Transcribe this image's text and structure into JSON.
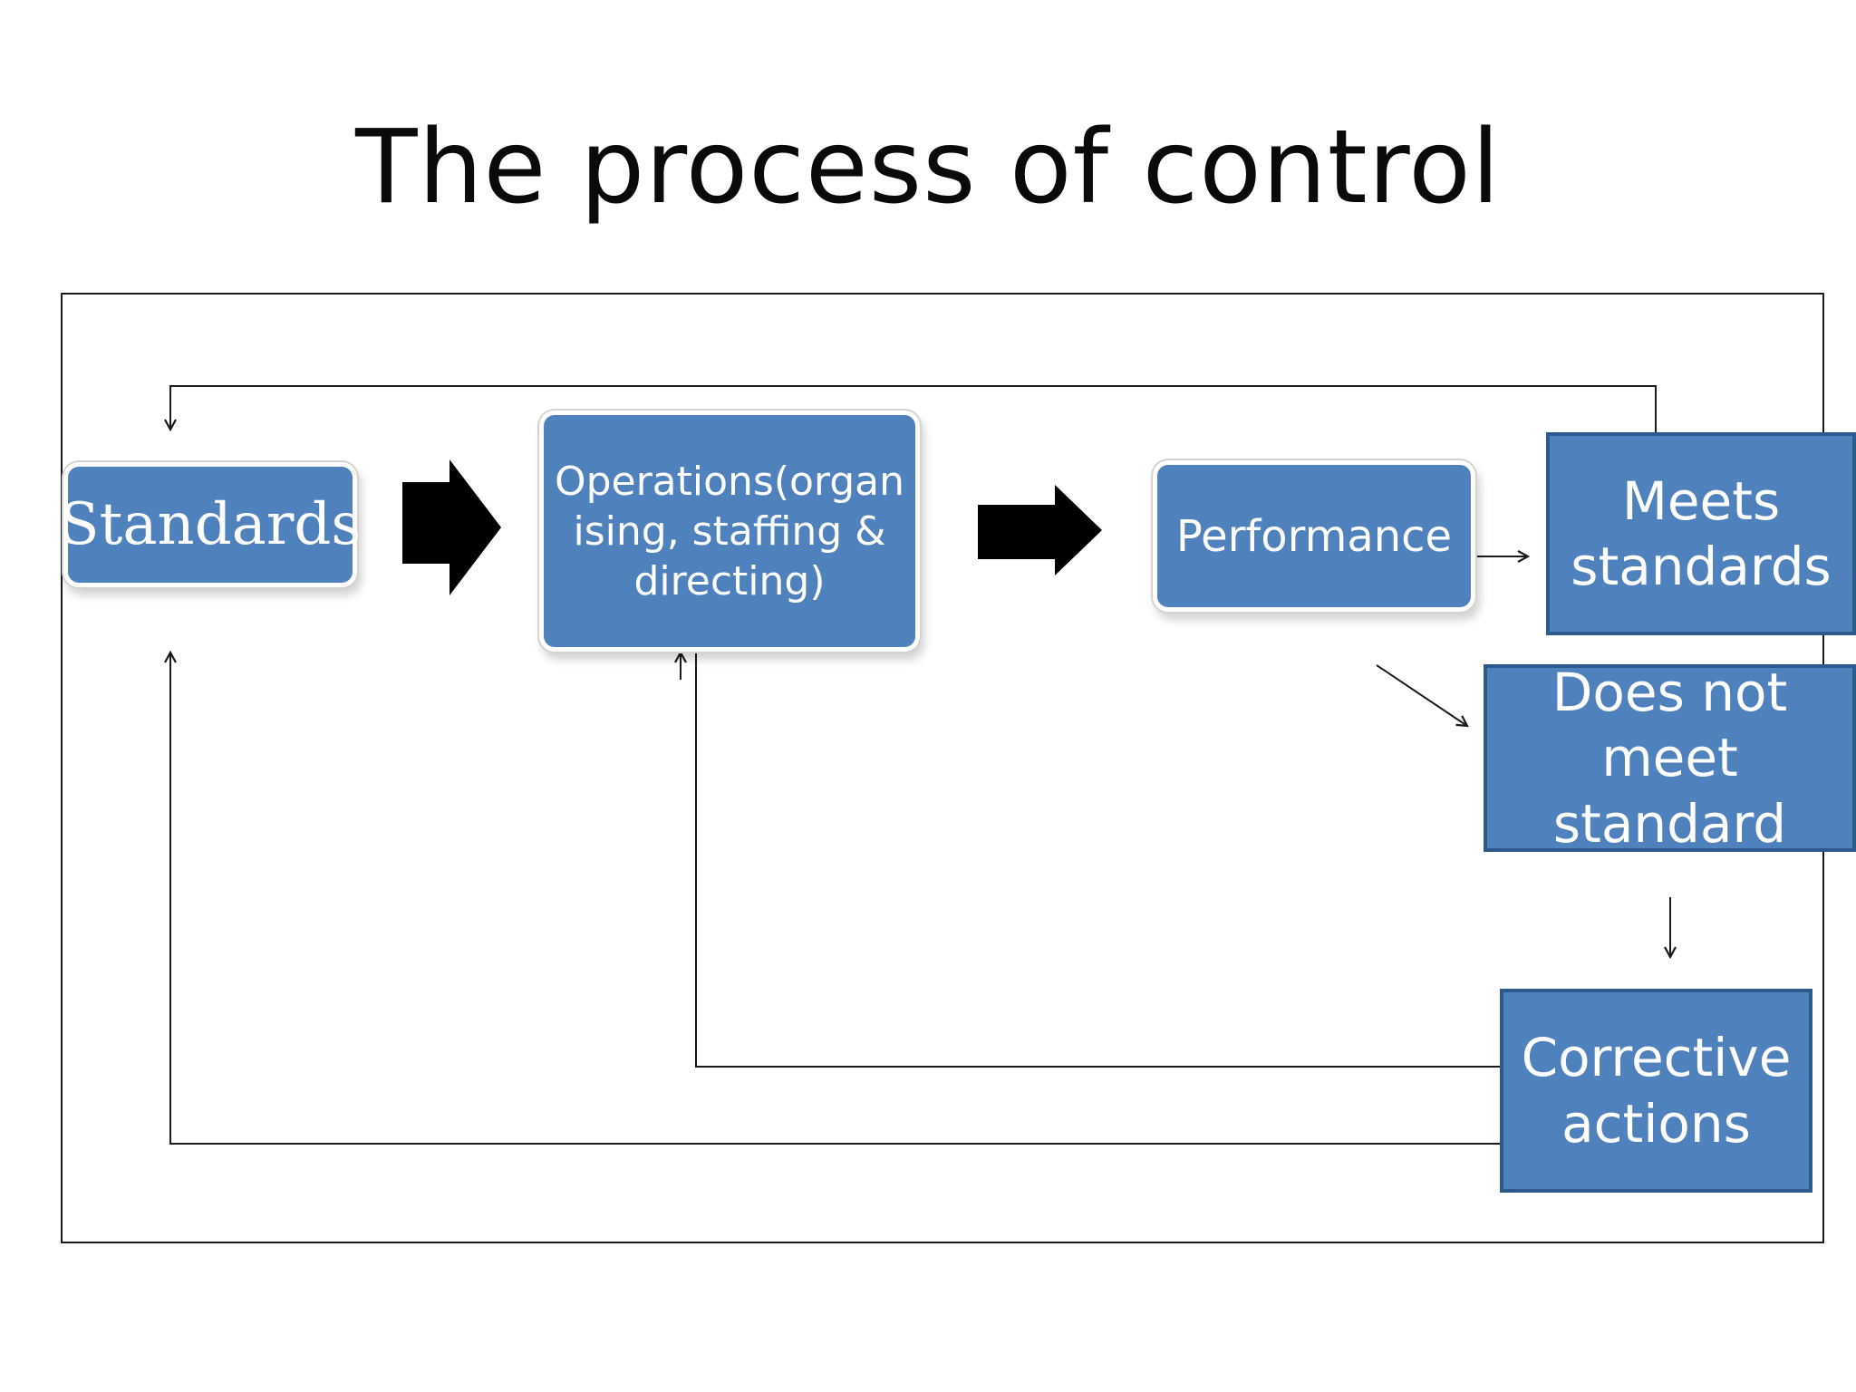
{
  "title": "The process of control",
  "nodes": {
    "standards": "Standards",
    "operations": "Operations(organ ising, staffing & directing)",
    "performance": "Performance",
    "meets": "Meets standards",
    "not_meets": "Does not meet standard",
    "corrective": "Corrective actions"
  },
  "colors": {
    "box_fill": "#4f81bd",
    "box_border": "#2d5a8c",
    "text_on_box": "#ffffff",
    "big_arrow": "#000000",
    "line": "#1a1a1a"
  }
}
